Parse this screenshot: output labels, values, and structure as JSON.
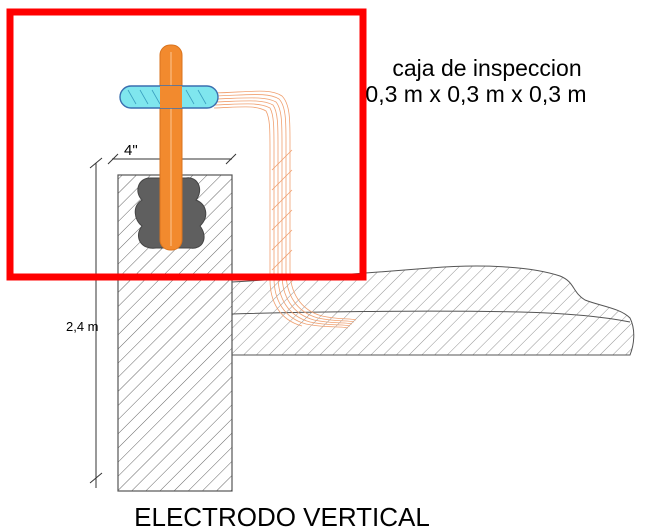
{
  "diagram": {
    "inspection_box_label_line1": "caja de inspeccion",
    "inspection_box_label_line2": "0,3 m x 0,3 m x 0,3 m",
    "diameter_label": "4\"",
    "depth_label": "2,4 m",
    "caption": "ELECTRODO VERTICAL"
  },
  "colors": {
    "box_outline": "#ff0000",
    "electrode": "#f28a2e",
    "conductor_wire": "#f0a070",
    "clamp": "#7fe6ee",
    "clamp_outline": "#3a6fb0",
    "concrete_fill": "#5f5f5f",
    "hatch": "#555555"
  },
  "icons": {
    "electrode": "copper-rod-icon",
    "clamp": "connector-clamp-icon"
  }
}
